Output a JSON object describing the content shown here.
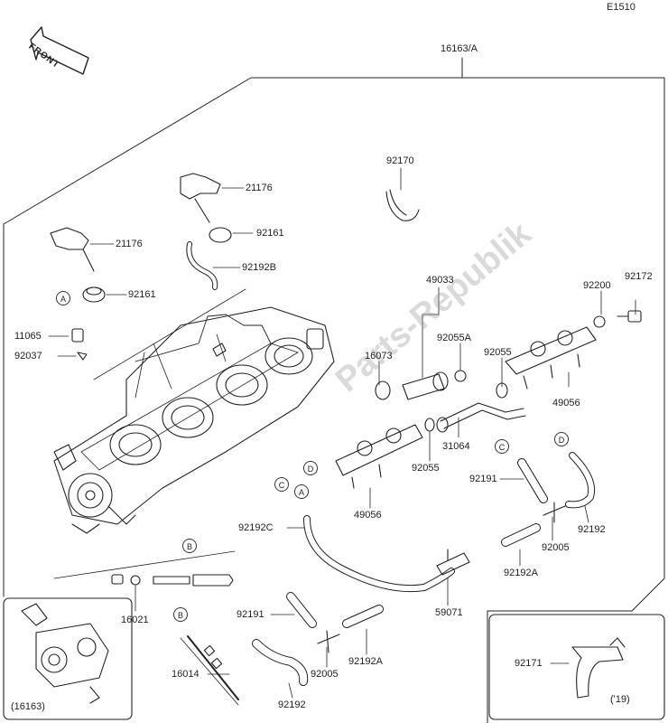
{
  "diagram_code": "E1510",
  "front_label": "FRONT",
  "assembly_label": "16163/A",
  "inset_assembly_label": "(16163)",
  "inset_year_label": "('19)",
  "watermark": "Parts-Republik",
  "labels": {
    "p92170": "92170",
    "p21176a": "21176",
    "p92161a": "92161",
    "p92192b": "92192B",
    "p21176b": "21176",
    "p92161b": "92161",
    "p11065": "11065",
    "p92037": "92037",
    "p49033": "49033",
    "p92055a": "92055A",
    "p92200": "92200",
    "p92172": "92172",
    "p16073": "16073",
    "p92055c": "92055",
    "p49056a": "49056",
    "p31064": "31064",
    "p92055b": "92055",
    "p92191a": "92191",
    "p49056b": "49056",
    "p92192c": "92192C",
    "p92192a1": "92192A",
    "p92005a": "92005",
    "p92192d": "92192",
    "p59071": "59071",
    "p16021": "16021",
    "p92191b": "92191",
    "p16014": "16014",
    "p92005b": "92005",
    "p92192a2": "92192A",
    "p92192e": "92192",
    "p92171": "92171"
  },
  "callouts": {
    "A1": "A",
    "A2": "A",
    "B1": "B",
    "B2": "B",
    "C1": "C",
    "C2": "C",
    "D1": "D",
    "D2": "D"
  }
}
